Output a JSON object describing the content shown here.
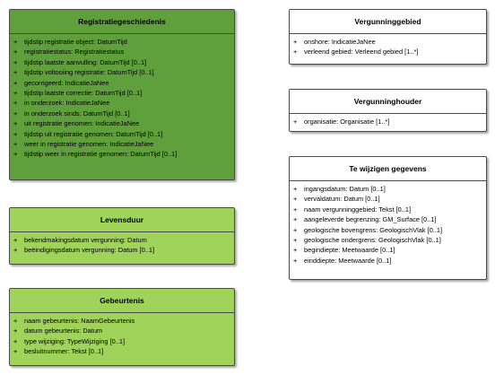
{
  "classes": {
    "registratiegeschiedenis": {
      "title": "Registratiegeschiedenis",
      "attributes": [
        {
          "vis": "+",
          "text": "tijdstip registratie object: DatumTijd"
        },
        {
          "vis": "+",
          "text": "registratiestatus: Registratiestatus"
        },
        {
          "vis": "+",
          "text": "tijdstip laatste aanvulling: DatumTijd [0..1]"
        },
        {
          "vis": "+",
          "text": "tijdstip voltooiing registratie: DatumTijd [0..1]"
        },
        {
          "vis": "+",
          "text": "gecorrigeerd: IndicatieJaNee"
        },
        {
          "vis": "+",
          "text": "tijdstip laatste correctie: DatumTijd [0..1]"
        },
        {
          "vis": "+",
          "text": "in onderzoek: IndicatieJaNee"
        },
        {
          "vis": "+",
          "text": "in onderzoek sinds: DatumTijd [0..1]"
        },
        {
          "vis": "+",
          "text": "uit registratie genomen: IndicatieJaNee"
        },
        {
          "vis": "+",
          "text": "tijdstip uit registratie genomen: DatumTijd [0..1]"
        },
        {
          "vis": "+",
          "text": "weer in registratie genomen: IndicatieJaNee"
        },
        {
          "vis": "+",
          "text": "tijdstip weer in registratie genomen: DatumTijd [0..1]"
        }
      ]
    },
    "levensduur": {
      "title": "Levensduur",
      "attributes": [
        {
          "vis": "+",
          "text": "bekendmakingsdatum vergunning: Datum"
        },
        {
          "vis": "+",
          "text": "beëindigingsdatum vergunning: Datum [0..1]"
        }
      ]
    },
    "gebeurtenis": {
      "title": "Gebeurtenis",
      "attributes": [
        {
          "vis": "+",
          "text": "naam gebeurtenis: NaamGebeurtenis"
        },
        {
          "vis": "+",
          "text": "datum gebeurtenis: Datum"
        },
        {
          "vis": "+",
          "text": "type wijziging: TypeWijziging [0..1]"
        },
        {
          "vis": "+",
          "text": "besluitnummer: Tekst [0..1]"
        }
      ]
    },
    "vergunninggebied": {
      "title": "Vergunninggebied",
      "attributes": [
        {
          "vis": "+",
          "text": "onshore: IndicatieJaNee"
        },
        {
          "vis": "+",
          "text": "verleend gebied: Verleend gebied [1..*]"
        }
      ]
    },
    "vergunninghouder": {
      "title": "Vergunninghouder",
      "attributes": [
        {
          "vis": "+",
          "text": "organisatie: Organisatie [1..*]"
        }
      ]
    },
    "te_wijzigen_gegevens": {
      "title": "Te wijzigen gegevens",
      "attributes": [
        {
          "vis": "+",
          "text": "ingangsdatum: Datum [0..1]"
        },
        {
          "vis": "+",
          "text": "vervaldatum: Datum [0..1]"
        },
        {
          "vis": "+",
          "text": "naam vergunninggebied: Tekst [0..1]"
        },
        {
          "vis": "+",
          "text": "aangeleverde begrenzing: GM_Surface [0..1]"
        },
        {
          "vis": "+",
          "text": "geologische bovengrens: GeologischVlak [0..1]"
        },
        {
          "vis": "+",
          "text": "geologische ondergrens: GeologischVlak [0..1]"
        },
        {
          "vis": "+",
          "text": "begindiepte: Meetwaarde [0..1]"
        },
        {
          "vis": "+",
          "text": "einddiepte: Meetwaarde [0..1]"
        }
      ]
    }
  },
  "colors": {
    "dark_green": "#5fa03c",
    "light_green": "#9fd35a",
    "white": "#ffffff",
    "border": "#4a4a4a"
  }
}
